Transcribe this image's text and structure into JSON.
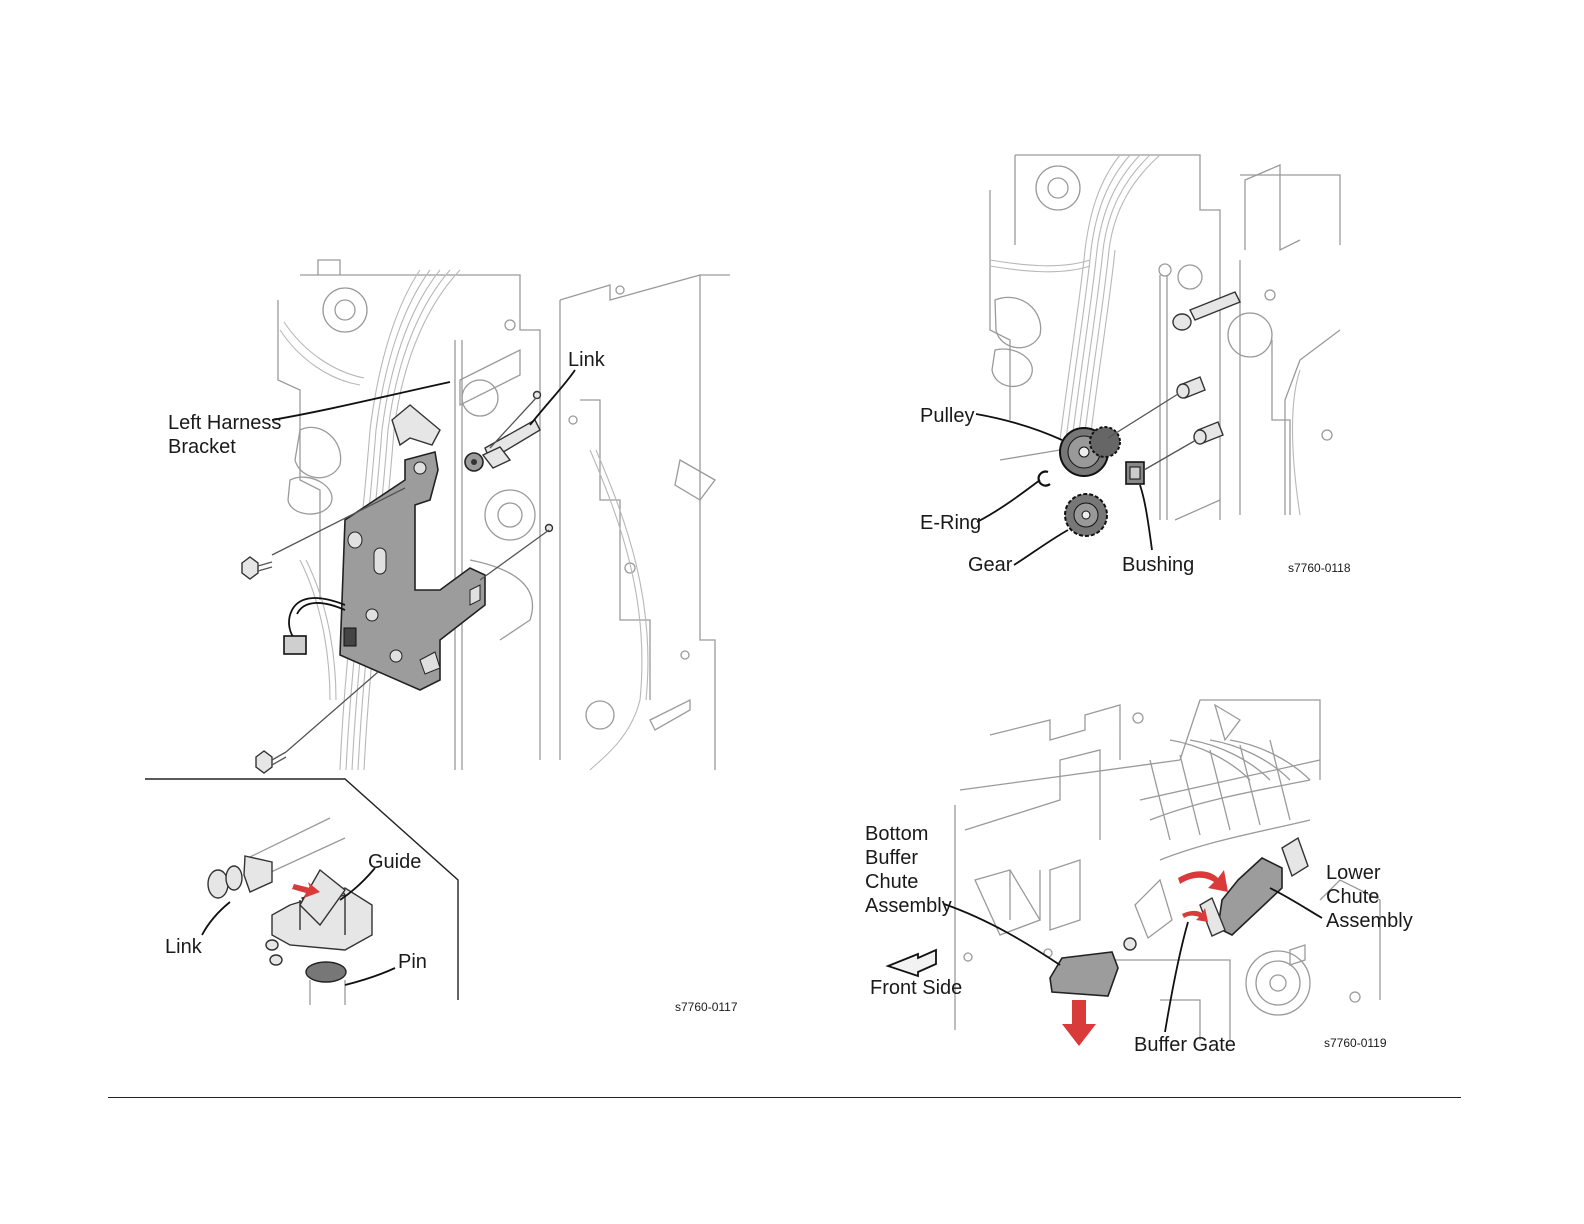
{
  "figures": [
    {
      "id": "s7760-0117",
      "figure_number": "s7760-0117",
      "callouts": {
        "link_top": "Link",
        "left_harness_bracket_line1": "Left Harness",
        "left_harness_bracket_line2": "Bracket",
        "guide": "Guide",
        "link_inset": "Link",
        "pin": "Pin"
      }
    },
    {
      "id": "s7760-0118",
      "figure_number": "s7760-0118",
      "callouts": {
        "pulley": "Pulley",
        "e_ring": "E-Ring",
        "gear": "Gear",
        "bushing": "Bushing"
      }
    },
    {
      "id": "s7760-0119",
      "figure_number": "s7760-0119",
      "callouts": {
        "bottom_buffer_line1": "Bottom",
        "bottom_buffer_line2": "Buffer",
        "bottom_buffer_line3": "Chute",
        "bottom_buffer_line4": "Assembly",
        "lower_chute_line1": "Lower",
        "lower_chute_line2": "Chute",
        "lower_chute_line3": "Assembly",
        "front_side": "Front Side",
        "buffer_gate": "Buffer Gate"
      }
    }
  ],
  "colors": {
    "arrow_red": "#d93a3a",
    "part_gray": "#9c9c9c",
    "line_art": "#9a9a9a"
  }
}
